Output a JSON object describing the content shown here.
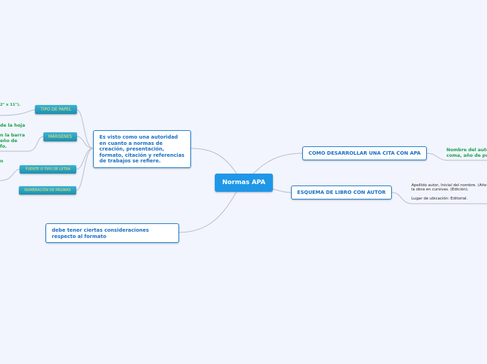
{
  "central": {
    "label": "Normas APA"
  },
  "left_node": {
    "label": "Es visto como una autoridad en cuanto a normas de creación, presentación, formato, citación y referencias de trabajos se refiere."
  },
  "bottom_node": {
    "label": "debe tener ciertas consideraciones respecto al formato"
  },
  "sub_nodes": [
    {
      "label": "TIPO DE PAPEL"
    },
    {
      "label": "MÁRGENES"
    },
    {
      "label": "FUENTE O TIPO DE  LETRA"
    },
    {
      "label": "NUMERACIÓN DE PÁGINAS"
    }
  ],
  "left_notes": {
    "paper": "2\" x 11\").",
    "margins_1": "de la hoja",
    "margins_2": "n la barra",
    "margins_3": "eño de",
    "margins_4": "fo.",
    "font": "n"
  },
  "right_nodes": [
    {
      "label": "COMO DESARROLLAR UNA CITA CON APA",
      "note_1": "Nombre del autor",
      "note_2": "coma, año de pub"
    },
    {
      "label": "ESQUEMA DE LIBRO CON AUTOR",
      "note_1": "Apellido autor, Inicial del nombre. (Año",
      "note_2": "la obra en cursivas. (Edición).",
      "note_3": "Lugar de ubicación: Editorial."
    }
  ]
}
